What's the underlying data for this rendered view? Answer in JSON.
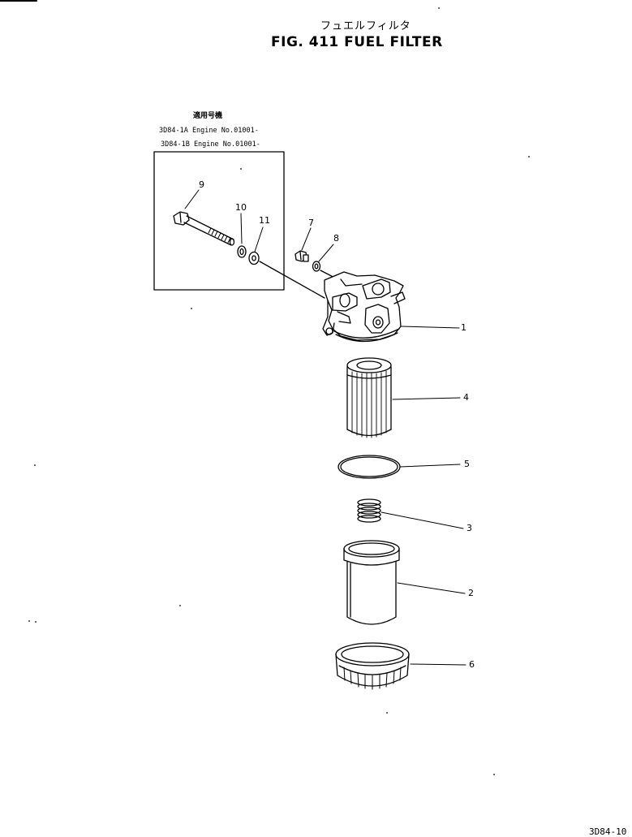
{
  "title": {
    "jp": "フュエルフィルタ",
    "en": "FIG. 411  FUEL FILTER"
  },
  "applicability_note": {
    "heading": "適用号機",
    "lines": [
      "3D84-1A Engine No.01001-",
      "3D84-1B Engine No.01001-"
    ]
  },
  "callouts": {
    "c1": "1",
    "c2": "2",
    "c3": "3",
    "c4": "4",
    "c5": "5",
    "c6": "6",
    "c7": "7",
    "c8": "8",
    "c9": "9",
    "c10": "10",
    "c11": "11"
  },
  "corner_code": "3D84-10"
}
